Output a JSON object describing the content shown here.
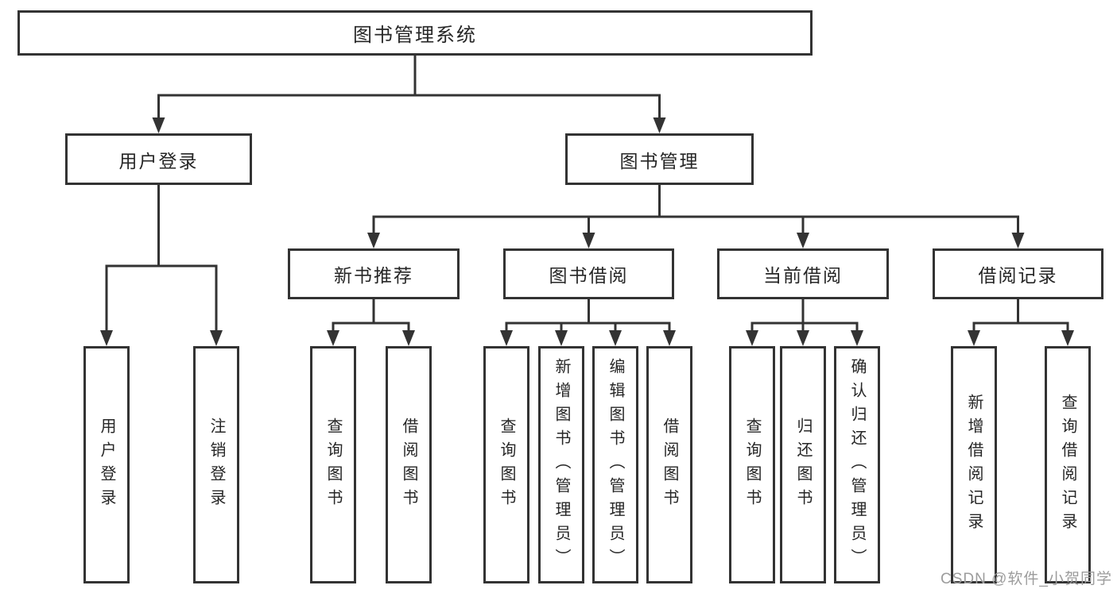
{
  "nodes": {
    "root": "图书管理系统",
    "user_login": "用户登录",
    "book_mgmt": "图书管理",
    "new_books": "新书推荐",
    "book_borrow": "图书借阅",
    "current_borrow": "当前借阅",
    "borrow_records": "借阅记录",
    "ul_login": "用户登录",
    "ul_logout": "注销登录",
    "nb_query": "查询图书",
    "nb_borrow": "借阅图书",
    "bb_query": "查询图书",
    "bb_add": "新增图书（管理员）",
    "bb_edit": "编辑图书（管理员）",
    "bb_borrow": "借阅图书",
    "cb_query": "查询图书",
    "cb_return": "归还图书",
    "cb_confirm": "确认归还（管理员）",
    "br_add": "新增借阅记录",
    "br_query": "查询借阅记录"
  },
  "watermark": "CSDN @软件_小贺同学",
  "colors": {
    "line": "#333333",
    "text": "#262626",
    "watermark": "#9c9c9c",
    "background": "#ffffff"
  }
}
